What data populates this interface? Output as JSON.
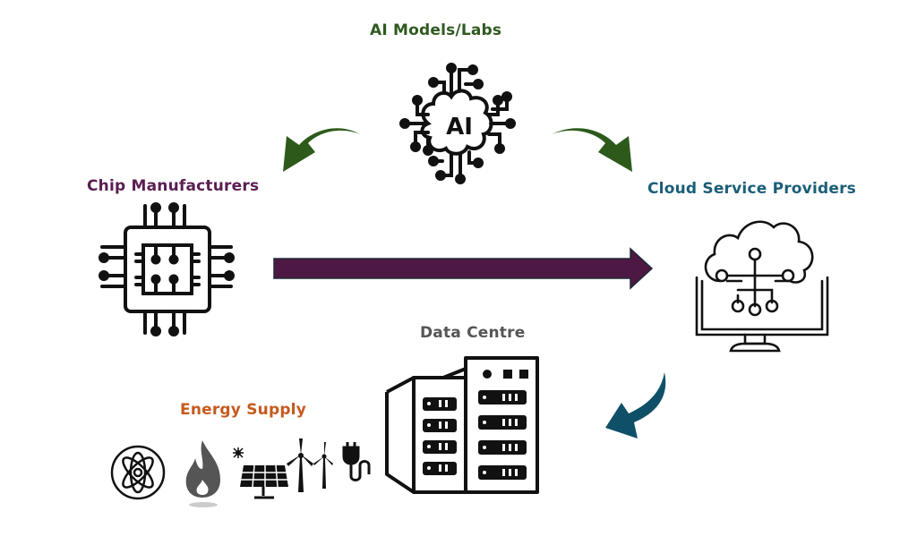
{
  "title": "AI Supply Chain",
  "nodes": {
    "ai_labs": {
      "label": "AI Models/Labs",
      "color": "#2f5a1f",
      "icon": "ai-brain-icon"
    },
    "chip": {
      "label": "Chip Manufacturers",
      "color": "#5a1e52",
      "icon": "microchip-icon"
    },
    "cloud": {
      "label": "Cloud Service Providers",
      "color": "#1b5e78",
      "icon": "cloud-computer-icon"
    },
    "datacentre": {
      "label": "Data Centre",
      "color": "#555555",
      "icon": "server-building-icon"
    },
    "energy": {
      "label": "Energy Supply",
      "color": "#c55a1e",
      "icon": "energy-icons",
      "sources": [
        "nuclear",
        "gas",
        "solar",
        "wind",
        "electricity"
      ]
    }
  },
  "ai_badge": "AI",
  "arrows": [
    {
      "from": "AI Models/Labs",
      "to": "Chip Manufacturers",
      "color": "#2d5a1b"
    },
    {
      "from": "AI Models/Labs",
      "to": "Cloud Service Providers",
      "color": "#2d5a1b"
    },
    {
      "from": "Chip Manufacturers",
      "to": "Cloud Service Providers",
      "color": "#4e1845"
    },
    {
      "from": "Cloud Service Providers",
      "to": "Data Centre",
      "color": "#0f5068"
    }
  ]
}
